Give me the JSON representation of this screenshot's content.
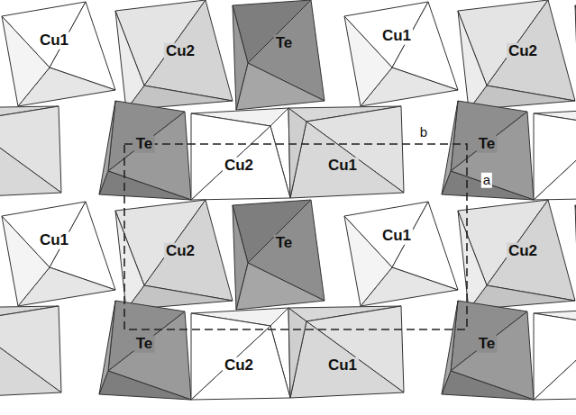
{
  "diagram": {
    "labels": [
      "Cu1",
      "Cu2",
      "Te",
      "Cu1",
      "Cu2",
      "b",
      "Te",
      "Cu2",
      "Cu1",
      "Te",
      "a",
      "Cu1",
      "Cu2",
      "Te",
      "Cu1",
      "Cu2",
      "Te",
      "Cu2",
      "Cu1",
      "Te"
    ]
  }
}
